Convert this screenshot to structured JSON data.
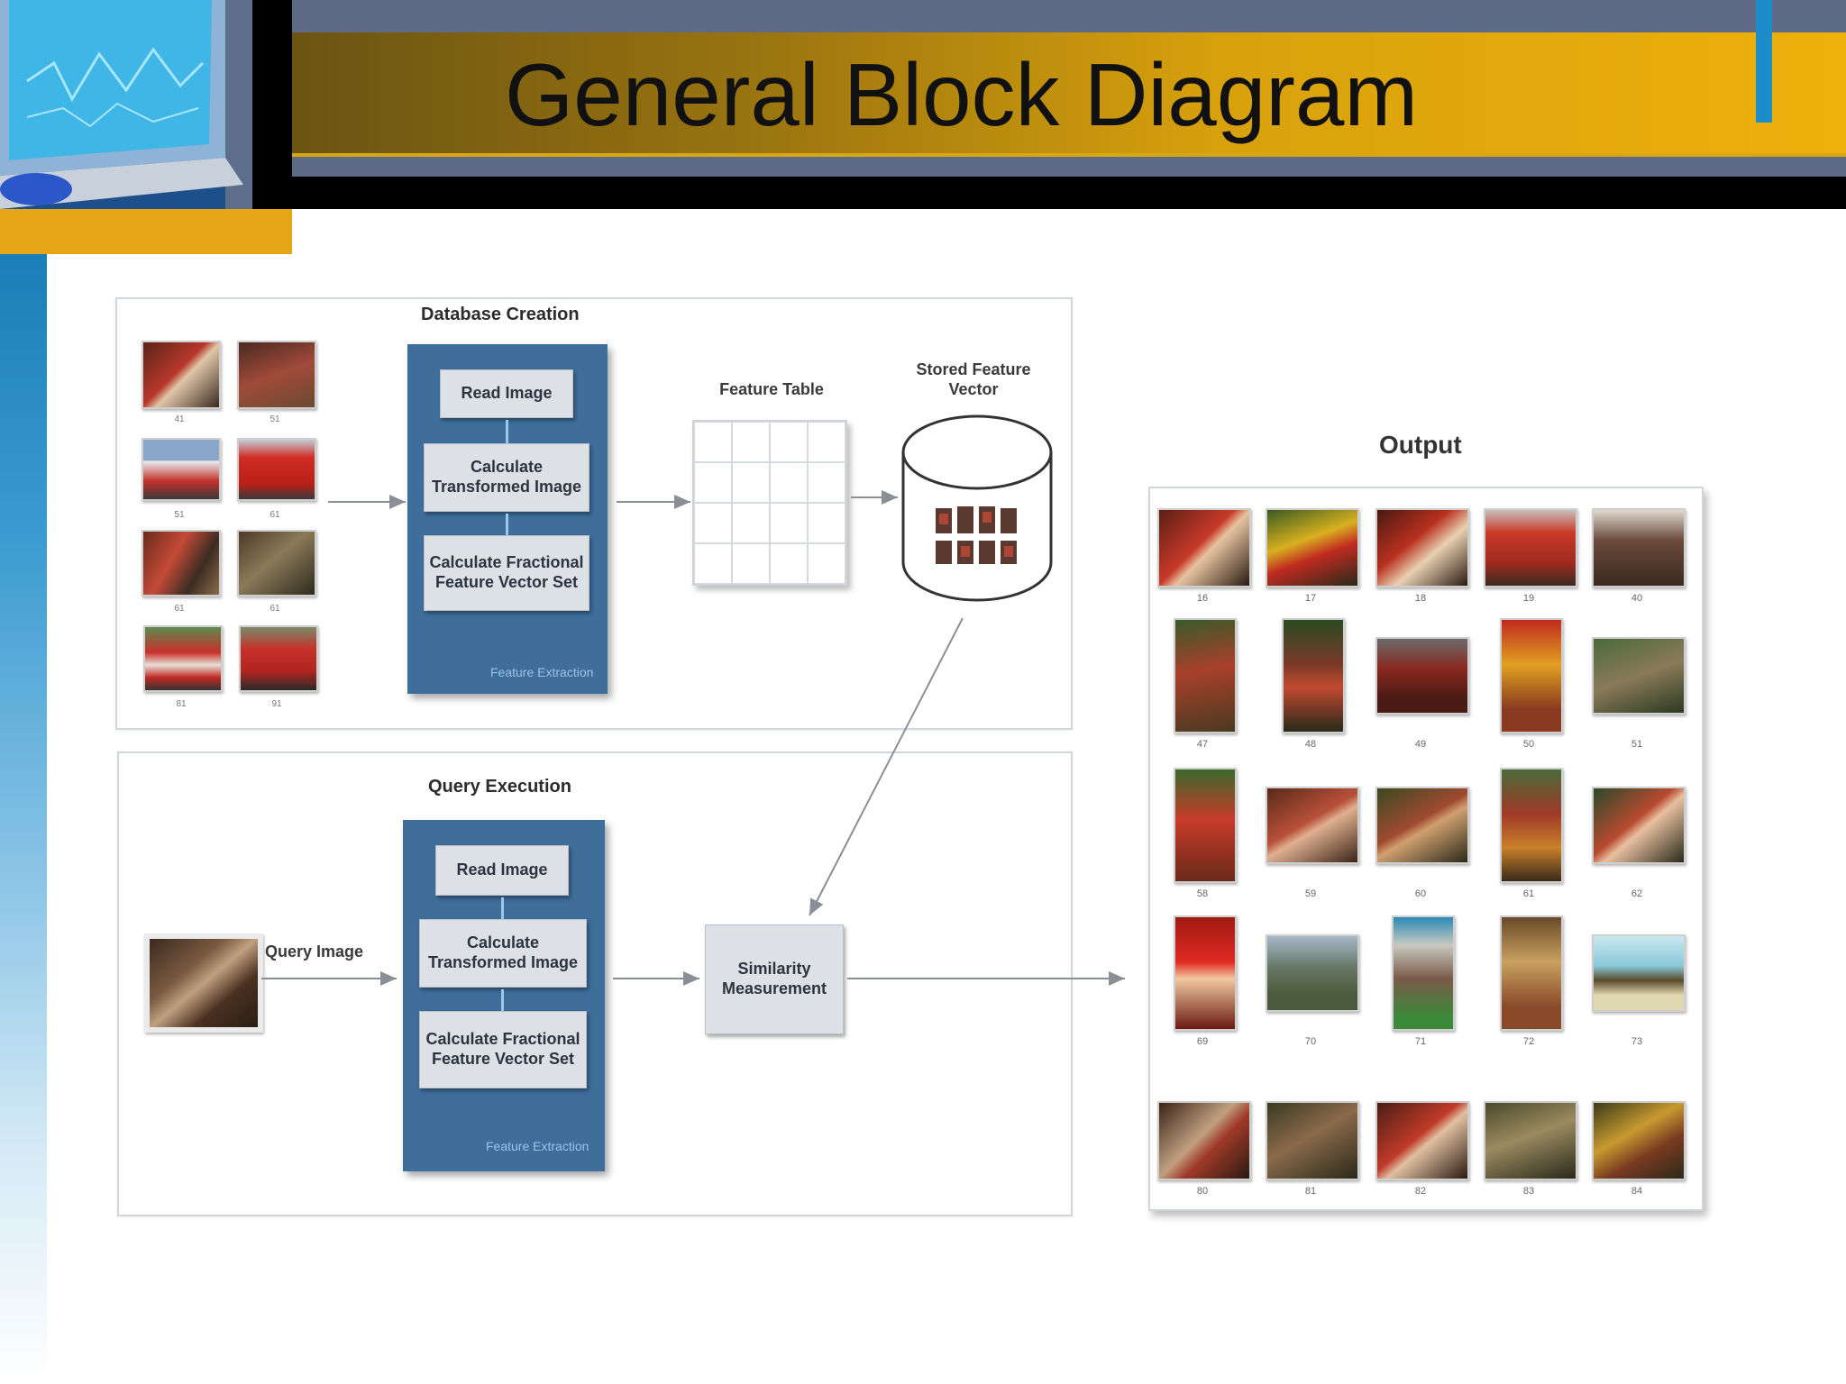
{
  "slide": {
    "title": "General Block Diagram"
  },
  "diagram": {
    "database_creation": {
      "title": "Database Creation",
      "steps": [
        "Read Image",
        "Calculate\nTransformed Image",
        "Calculate Fractional\nFeature Vector Set"
      ],
      "caption": "Feature Extraction",
      "thumbnail_numbers": [
        "41",
        "51",
        "51",
        "61",
        "61",
        "61",
        "81",
        "91"
      ],
      "feature_table_label": "Feature Table",
      "stored_vector_label": "Stored Feature\nVector"
    },
    "query_execution": {
      "title": "Query Execution",
      "query_image_label": "Query Image",
      "steps": [
        "Read Image",
        "Calculate\nTransformed Image",
        "Calculate Fractional\nFeature Vector Set"
      ],
      "caption": "Feature Extraction",
      "similarity_label": "Similarity\nMeasurement"
    },
    "output": {
      "title": "Output",
      "numbers": [
        "16",
        "17",
        "18",
        "19",
        "40",
        "47",
        "48",
        "49",
        "50",
        "51",
        "58",
        "59",
        "60",
        "61",
        "62",
        "69",
        "70",
        "71",
        "72",
        "73",
        "80",
        "81",
        "82",
        "83",
        "84"
      ]
    }
  },
  "colors": {
    "title_band_dark": "#6a5412",
    "title_band_light": "#eeb00c",
    "header_gray": "#5f6a84",
    "feature_box_blue": "#3f6e9b",
    "step_box_gray": "#dde1e6",
    "accent_blue": "#1c8dc8",
    "accent_orange": "#e6a516"
  }
}
